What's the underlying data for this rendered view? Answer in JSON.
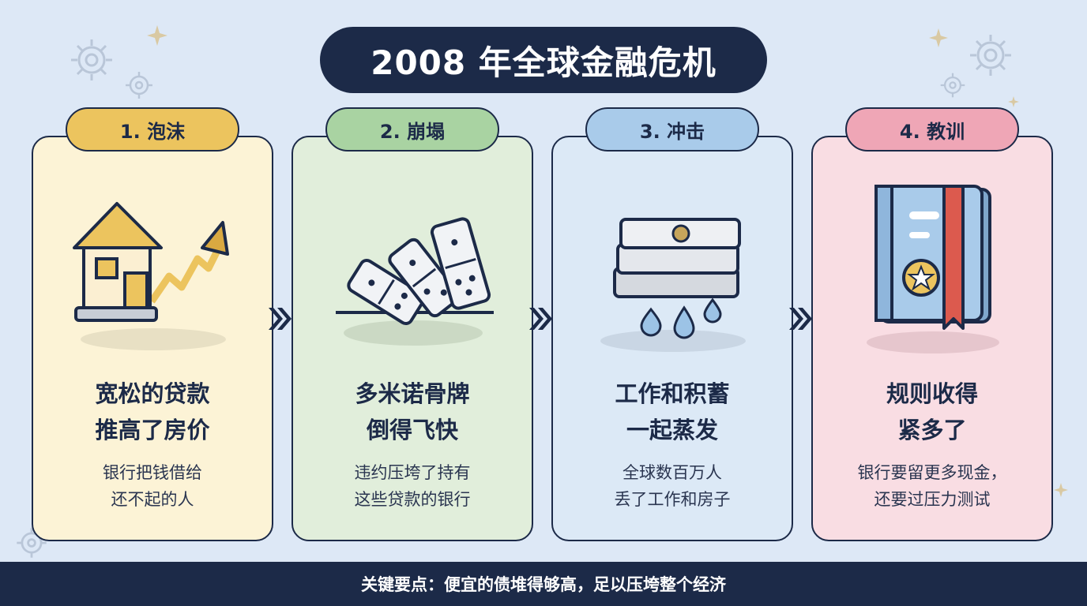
{
  "title": "2008 年全球金融危机",
  "colors": {
    "navy": "#1c2a48",
    "background": "#dde8f6"
  },
  "steps": [
    {
      "tab": "1. 泡沫",
      "heading_line1": "宽松的贷款",
      "heading_line2": "推高了房价",
      "body_line1": "银行把钱借给",
      "body_line2": "还不起的人",
      "icon": "house-rising-arrow-icon",
      "tab_color": "#ecc45e",
      "card_color": "#fcf3d6"
    },
    {
      "tab": "2. 崩塌",
      "heading_line1": "多米诺骨牌",
      "heading_line2": "倒得飞快",
      "body_line1": "违约压垮了持有",
      "body_line2": "这些贷款的银行",
      "icon": "falling-dominoes-icon",
      "tab_color": "#a9d3a2",
      "card_color": "#e1eedb"
    },
    {
      "tab": "3. 冲击",
      "heading_line1": "工作和积蓄",
      "heading_line2": "一起蒸发",
      "body_line1": "全球数百万人",
      "body_line2": "丢了工作和房子",
      "icon": "melting-savings-icon",
      "tab_color": "#a9cbea",
      "card_color": "#dce9f6"
    },
    {
      "tab": "4. 教训",
      "heading_line1": "规则收得",
      "heading_line2": "紧多了",
      "body_line1": "银行要留更多现金，",
      "body_line2": "还要过压力测试",
      "icon": "rulebook-icon",
      "tab_color": "#efa6b6",
      "card_color": "#f9dde3"
    }
  ],
  "footer": "关键要点：便宜的债堆得够高，足以压垮整个经济"
}
